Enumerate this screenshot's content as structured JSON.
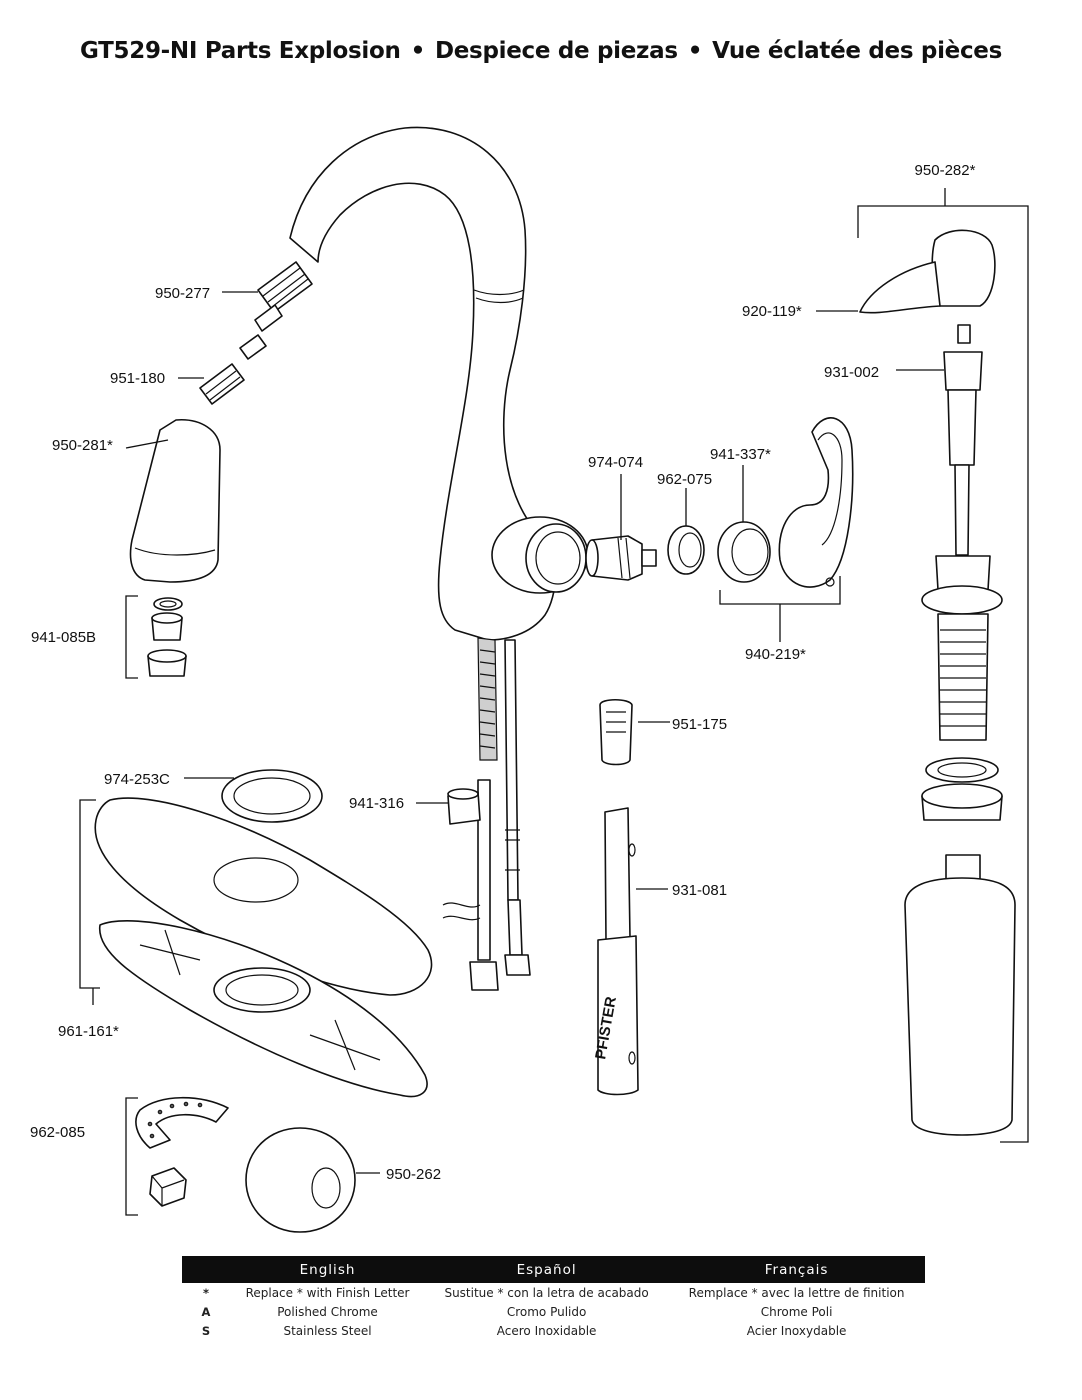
{
  "title": {
    "part1": "GT529-NI Parts Explosion",
    "part2": "Despiece de piezas",
    "part3": "Vue éclatée des pièces",
    "separator": "•"
  },
  "parts": [
    {
      "id": "p-950-282",
      "label": "950-282*"
    },
    {
      "id": "p-950-277",
      "label": "950-277"
    },
    {
      "id": "p-920-119",
      "label": "920-119*"
    },
    {
      "id": "p-951-180",
      "label": "951-180"
    },
    {
      "id": "p-931-002",
      "label": "931-002"
    },
    {
      "id": "p-950-281",
      "label": "950-281*"
    },
    {
      "id": "p-974-074",
      "label": "974-074"
    },
    {
      "id": "p-941-337",
      "label": "941-337*"
    },
    {
      "id": "p-962-075",
      "label": "962-075"
    },
    {
      "id": "p-941-085b",
      "label": "941-085B"
    },
    {
      "id": "p-940-219",
      "label": "940-219*"
    },
    {
      "id": "p-951-175",
      "label": "951-175"
    },
    {
      "id": "p-974-253c",
      "label": "974-253C"
    },
    {
      "id": "p-941-316",
      "label": "941-316"
    },
    {
      "id": "p-931-081",
      "label": "931-081"
    },
    {
      "id": "p-961-161",
      "label": "961-161*"
    },
    {
      "id": "p-962-085",
      "label": "962-085"
    },
    {
      "id": "p-950-262",
      "label": "950-262"
    }
  ],
  "brand_mark": "PFISTER",
  "legend": {
    "headers": [
      "English",
      "Español",
      "Français"
    ],
    "rows": [
      {
        "key": "*",
        "english": "Replace * with Finish Letter",
        "espanol": "Sustitue * con la letra de acabado",
        "francais": "Remplace * avec la lettre de finition"
      },
      {
        "key": "A",
        "english": "Polished Chrome",
        "espanol": "Cromo Pulido",
        "francais": "Chrome Poli"
      },
      {
        "key": "S",
        "english": "Stainless Steel",
        "espanol": "Acero Inoxidable",
        "francais": "Acier Inoxydable"
      }
    ]
  },
  "colors": {
    "line": "#111111",
    "header_bg": "#0d0d0d",
    "header_text": "#ffffff",
    "shade": "#cfcfcf"
  }
}
